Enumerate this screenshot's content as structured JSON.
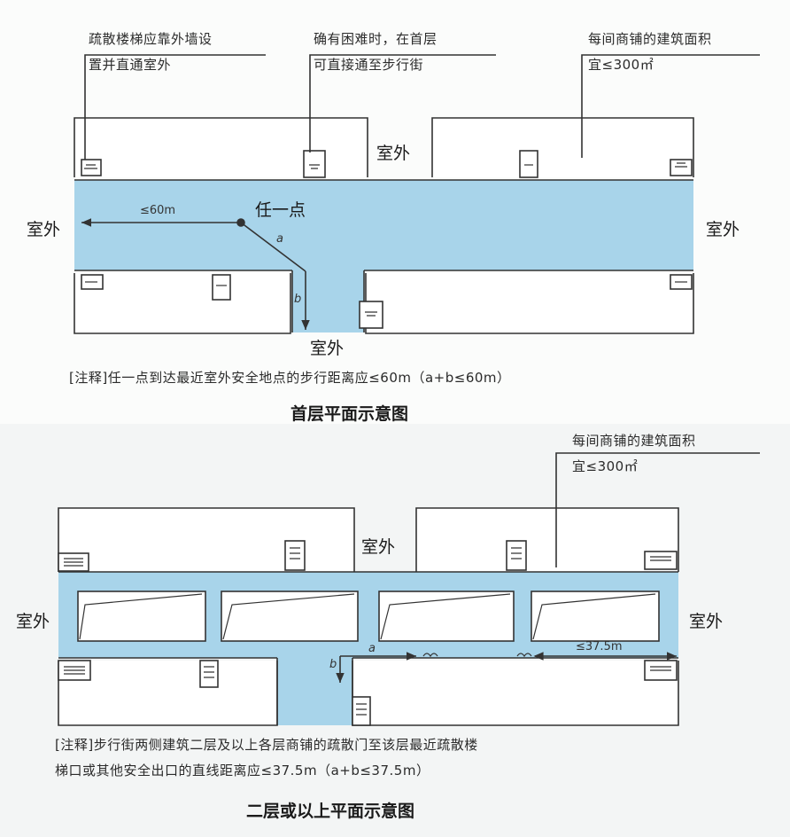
{
  "colors": {
    "corridor": "#a8d4ea",
    "line": "#333333",
    "room": "#ffffff"
  },
  "ground_floor": {
    "callout_stair": [
      "疏散楼梯应靠外墙设",
      "置并直通室外"
    ],
    "callout_difficulty": [
      "确有困难时，在首层",
      "可直接通至步行街"
    ],
    "callout_area": [
      "每间商铺的建筑面积",
      "宜≤300㎡"
    ],
    "outside_labels": {
      "top": "室外",
      "left": "室外",
      "right": "室外",
      "bottom": "室外"
    },
    "distance_label": "≤60m",
    "point_label": "任一点",
    "segment_a": "a",
    "segment_b": "b",
    "note": "[注释]任一点到达最近室外安全地点的步行距离应≤60m（a+b≤60m）",
    "title": "首层平面示意图"
  },
  "upper_floor": {
    "callout_area": [
      "每间商铺的建筑面积",
      "宜≤300㎡"
    ],
    "outside_labels": {
      "top": "室外",
      "left": "室外",
      "right": "室外"
    },
    "segment_a": "a",
    "segment_b": "b",
    "distance_label": "≤37.5m",
    "note": [
      "[注释]步行街两侧建筑二层及以上各层商铺的疏散门至该层最近疏散楼",
      "梯口或其他安全出口的直线距离应≤37.5m（a+b≤37.5m）"
    ],
    "title": "二层或以上平面示意图"
  }
}
